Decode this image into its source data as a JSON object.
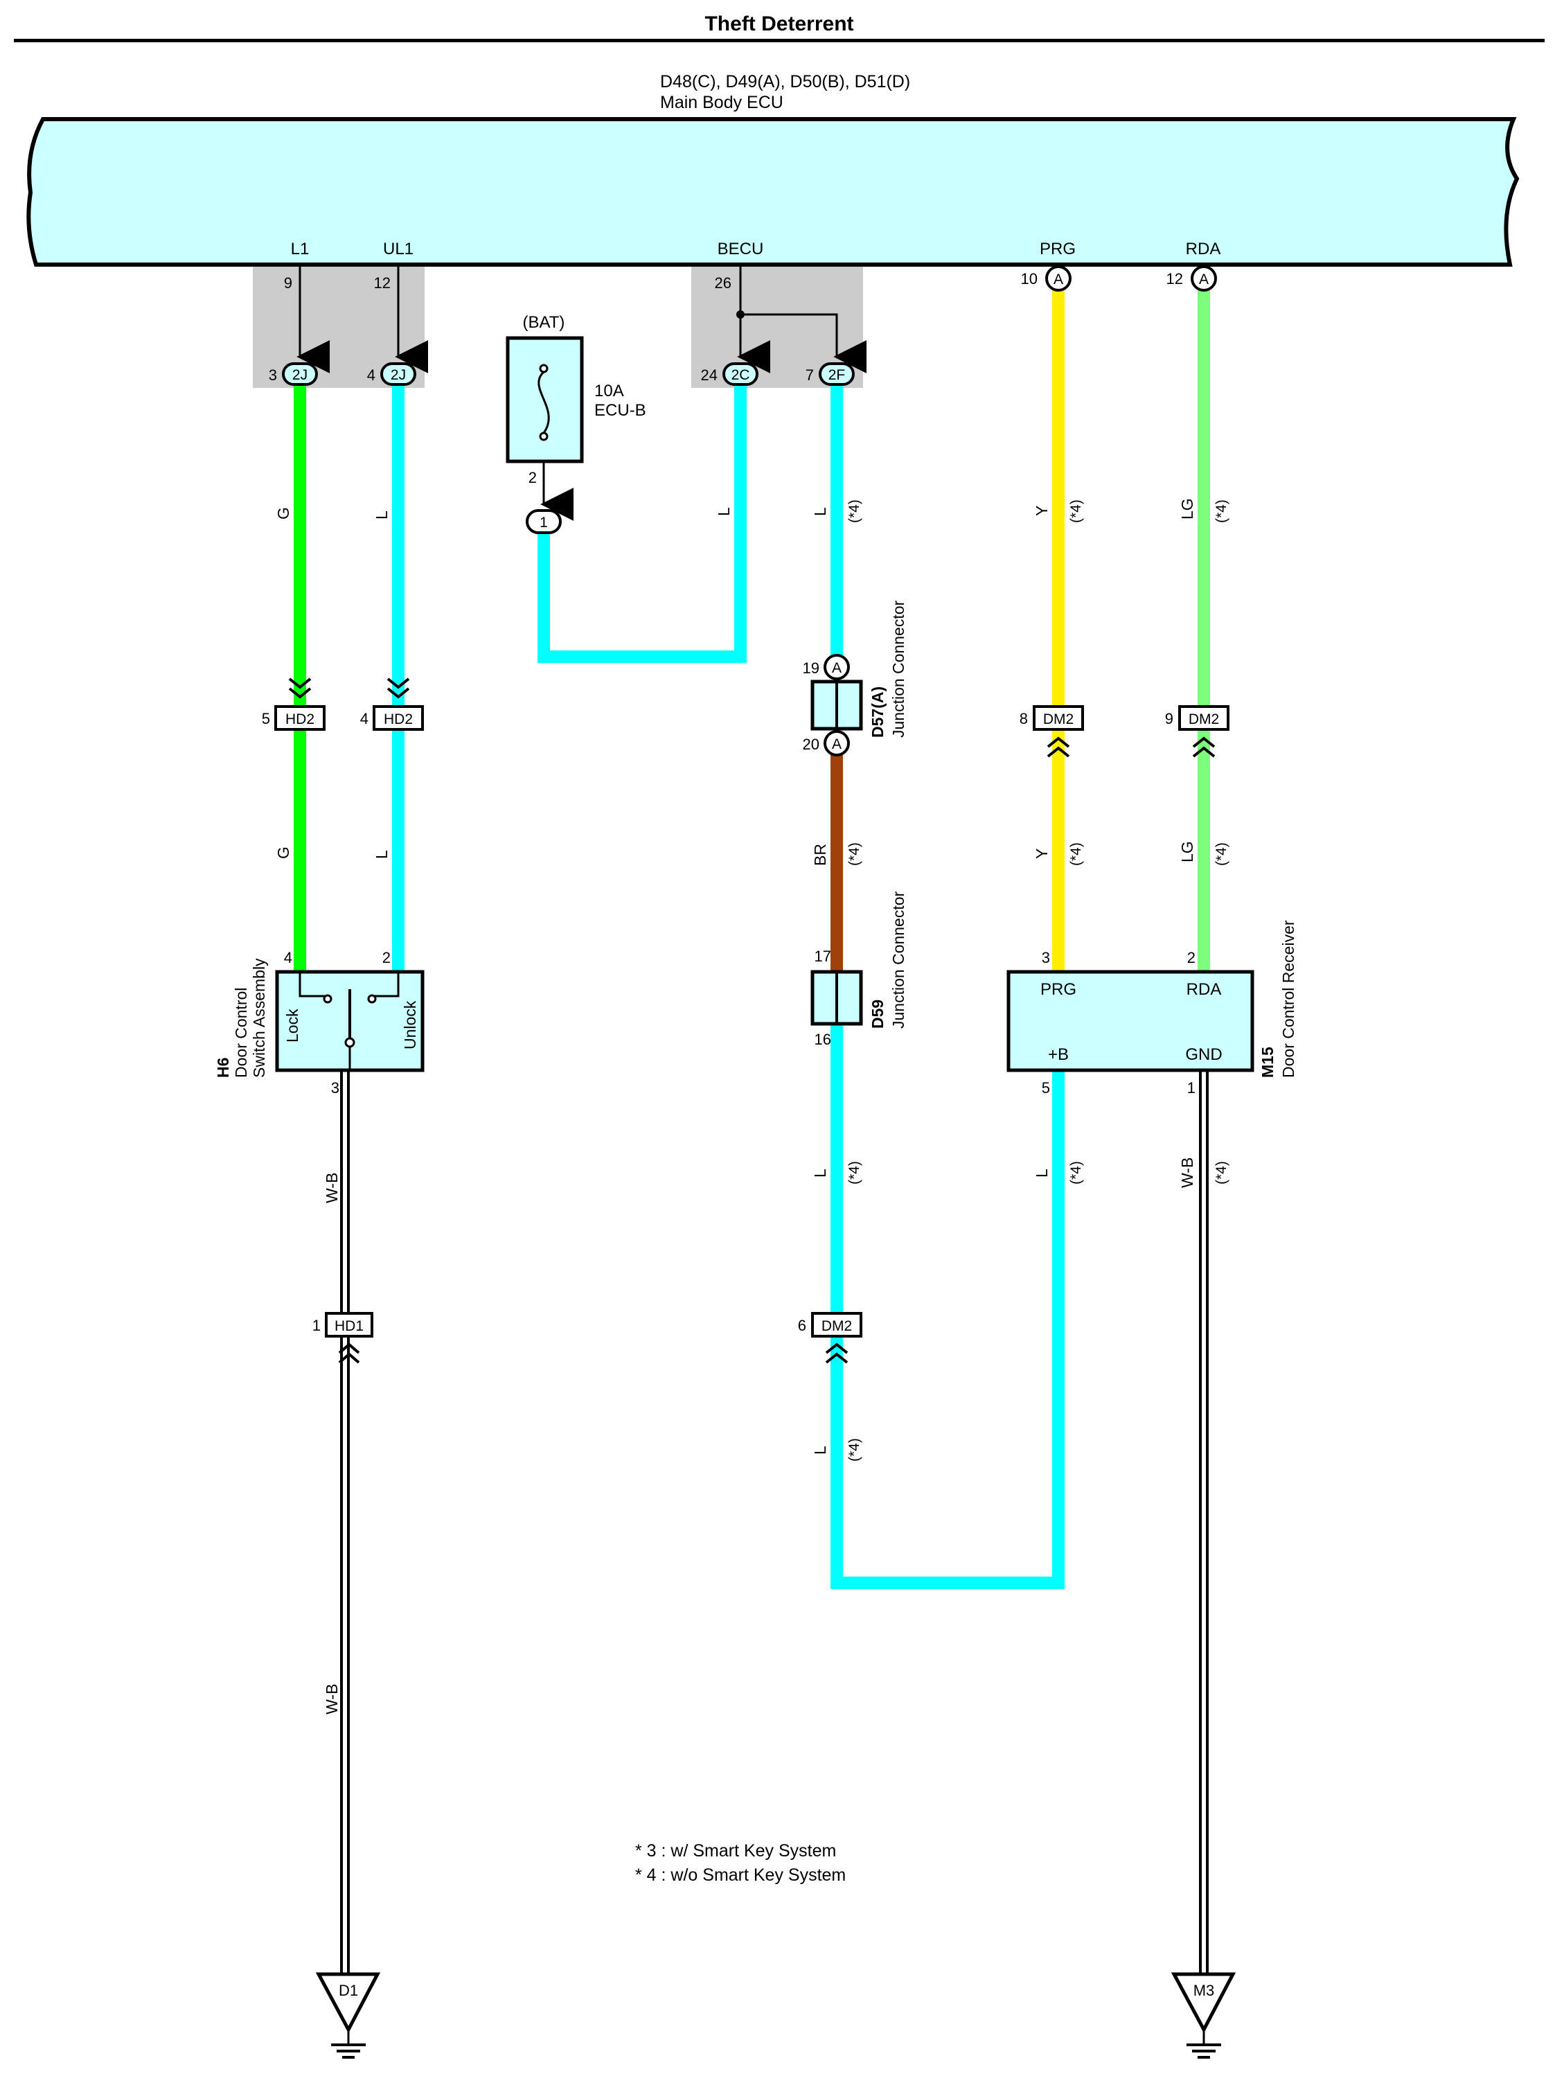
{
  "title": "Theft Deterrent",
  "ecu": {
    "codes": "D48(C), D49(A), D50(B), D51(D)",
    "name": "Main Body ECU",
    "pins": {
      "l1": "L1",
      "ul1": "UL1",
      "becu": "BECU",
      "prg": "PRG",
      "rda": "RDA"
    }
  },
  "ecu_pin_numbers": {
    "l1": "9",
    "ul1": "12",
    "becu": "26",
    "prg": "10",
    "rda": "12"
  },
  "connectors": {
    "c2j": "2J",
    "c2c": "2C",
    "c2f": "2F",
    "a": "A",
    "one": "1",
    "hd2": "HD2",
    "hd1": "HD1",
    "dm2": "DM2"
  },
  "connector_pins": {
    "l1_2j": "3",
    "ul1_2j": "4",
    "becu_2c": "24",
    "becu_2f": "7",
    "l1_hd2": "5",
    "ul1_hd2": "4",
    "prg_dm2": "8",
    "rda_dm2": "9",
    "d57_top": "19",
    "d57_bot": "20",
    "d59_top": "17",
    "d59_bot": "16",
    "dm2_lower": "6",
    "hd1": "1"
  },
  "fuse": {
    "source": "(BAT)",
    "rating": "10A",
    "name": "ECU-B",
    "pin": "2"
  },
  "wires": {
    "g": "G",
    "l": "L",
    "y": "Y",
    "lg": "LG",
    "br": "BR",
    "wb": "W-B",
    "note4": "(*4)"
  },
  "h6": {
    "code": "H6",
    "name_line1": "Door Control",
    "name_line2": "Switch Assembly",
    "lock": "Lock",
    "unlock": "Unlock",
    "pin_lock": "4",
    "pin_unlock": "2",
    "pin_gnd": "3"
  },
  "d57": {
    "code": "D57(A)",
    "name": "Junction Connector"
  },
  "d59": {
    "code": "D59",
    "name": "Junction Connector"
  },
  "m15": {
    "code": "M15",
    "name": "Door Control Receiver",
    "prg": "PRG",
    "rda": "RDA",
    "b": "+B",
    "gnd": "GND",
    "pin_prg": "3",
    "pin_rda": "2",
    "pin_b": "5",
    "pin_gnd": "1"
  },
  "grounds": {
    "d1": "D1",
    "m3": "M3"
  },
  "notes": [
    "* 3 : w/ Smart Key System",
    "* 4 : w/o Smart Key System"
  ],
  "colors": {
    "ecu_fill": "#ccffff",
    "wire_l": "#00ffff",
    "wire_g": "#00ff00",
    "wire_y": "#ffee00",
    "wire_lg": "#7dff7d",
    "wire_br": "#a0400a",
    "shade": "#cccccc"
  }
}
